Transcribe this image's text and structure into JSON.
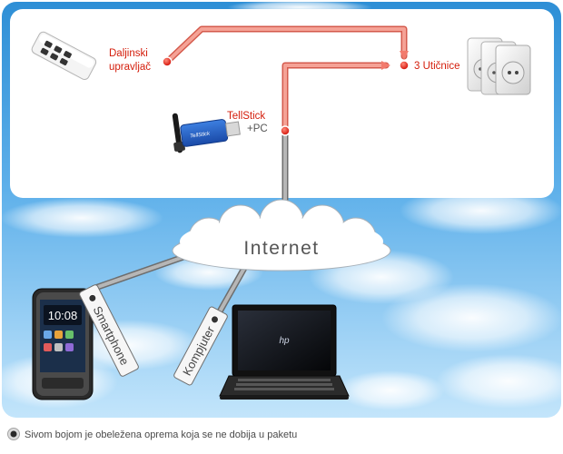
{
  "labels": {
    "remote": [
      "Daljinski",
      "upravljač"
    ],
    "sockets": "3 Utičnice",
    "tellstick": "TellStick",
    "tellstick_pc": "+PC",
    "internet": "Internet",
    "smartphone": "Smartphone",
    "computer": "Kompjuter",
    "legend": "Sivom bojom je obeležena oprema koja se ne dobija u paketu"
  },
  "device_text": {
    "phone_time": "10:08",
    "tellstick_brand": "TellStick",
    "laptop_brand": "hp"
  },
  "icons": [
    "remote-control-icon",
    "power-socket-icon",
    "usb-stick-icon",
    "cloud-icon",
    "smartphone-icon",
    "laptop-icon"
  ],
  "colors": {
    "red_connector": "#f27b6d",
    "red_dot": "#e21c12",
    "gray_connector": "#8e8e8e",
    "sky_top": "#2e8fd6",
    "sky_bottom": "#bfe3fa",
    "label_red": "#d41d0b",
    "label_gray": "#666666"
  }
}
